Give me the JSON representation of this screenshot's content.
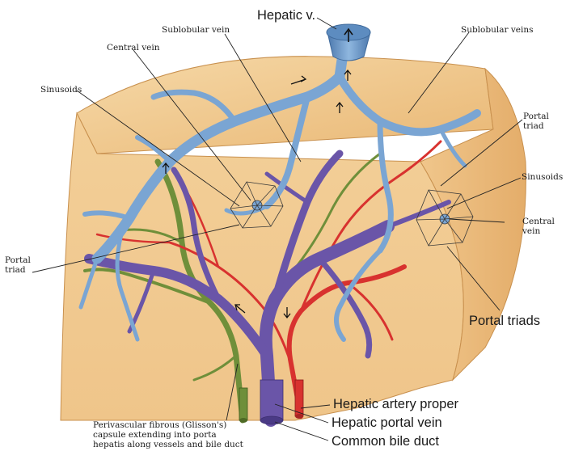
{
  "labels": {
    "hepatic_v": "Hepatic v.",
    "sublobular_vein_left": "Sublobular vein",
    "sublobular_veins_right": "Sublobular veins",
    "central_vein_top": "Central vein",
    "sinusoids_left": "Sinusoids",
    "portal_triad_right": "Portal\ntriad",
    "sinusoids_right": "Sinusoids",
    "central_vein_right": "Central\nvein",
    "portal_triad_left": "Portal\ntriad",
    "portal_triads": "Portal triads",
    "hepatic_artery_proper": "Hepatic artery proper",
    "hepatic_portal_vein": "Hepatic portal vein",
    "common_bile_duct": "Common bile duct",
    "perivascular_capsule": "Perivascular fibrous (Glisson's)\ncapsule extending into porta\nhepatis along vessels and bile duct"
  },
  "colors": {
    "parenchyma": "#f1c98e",
    "capsule_edge": "#d9a25f",
    "hepatic_vein": "#6f9ccc",
    "portal_vein": "#6a55a8",
    "hepatic_artery": "#d8322f",
    "bile_duct": "#6f8f3a"
  }
}
